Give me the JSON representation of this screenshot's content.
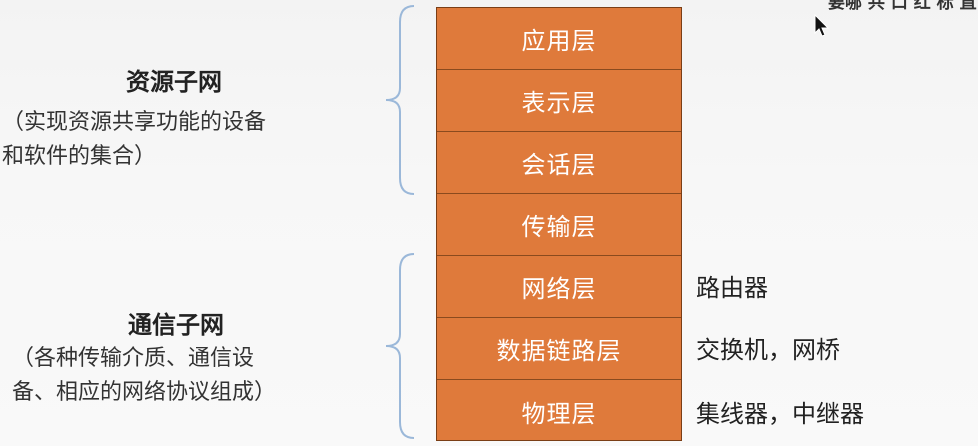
{
  "top_caption": "要哪 共 口 红 标 直",
  "layers": [
    {
      "label": "应用层",
      "device": ""
    },
    {
      "label": "表示层",
      "device": ""
    },
    {
      "label": "会话层",
      "device": ""
    },
    {
      "label": "传输层",
      "device": ""
    },
    {
      "label": "网络层",
      "device": "路由器"
    },
    {
      "label": "数据链路层",
      "device": "交换机，网桥"
    },
    {
      "label": "物理层",
      "device": "集线器，中继器"
    }
  ],
  "resource_subnet": {
    "title": "资源子网",
    "desc_line1": "（实现资源共享功能的设备",
    "desc_line2": "和软件的集合）"
  },
  "comm_subnet": {
    "title": "通信子网",
    "desc_line1": "（各种传输介质、通信设",
    "desc_line2": "备、相应的网络协议组成）"
  },
  "colors": {
    "layer_fill": "#df7a3b",
    "brace": "#9bb8d9"
  }
}
